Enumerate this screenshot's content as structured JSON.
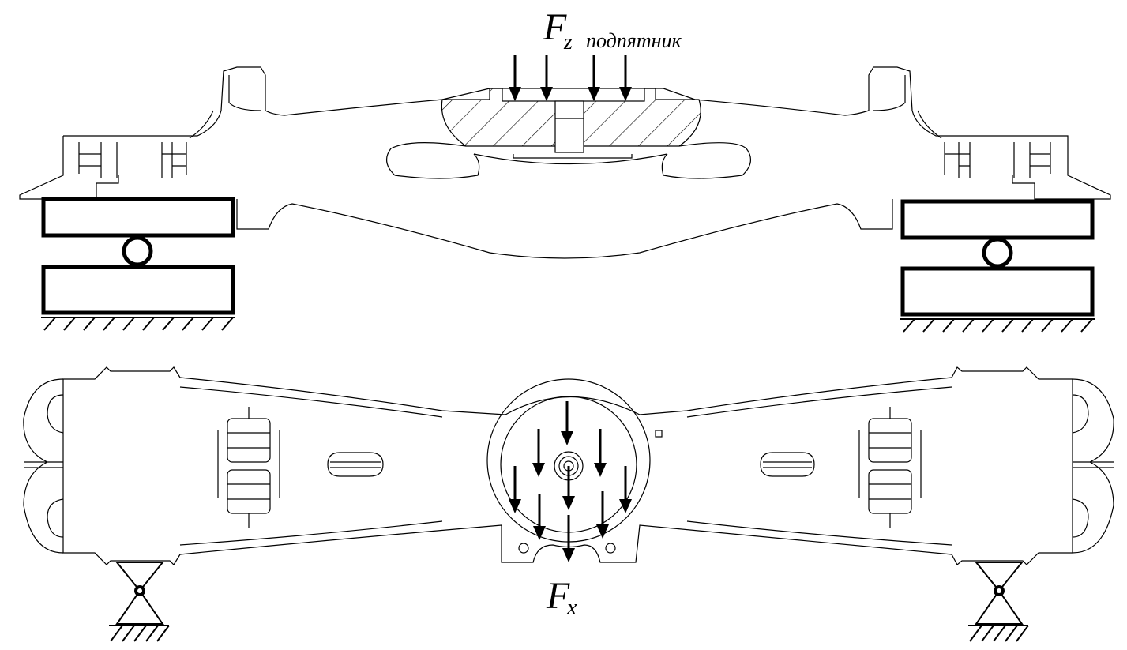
{
  "labels": {
    "fz_main": "F",
    "fz_sub": "z",
    "fz_word": "подпятник",
    "fx_main": "F",
    "fx_sub": "x"
  },
  "colors": {
    "ink": "#000000",
    "background": "#ffffff"
  }
}
